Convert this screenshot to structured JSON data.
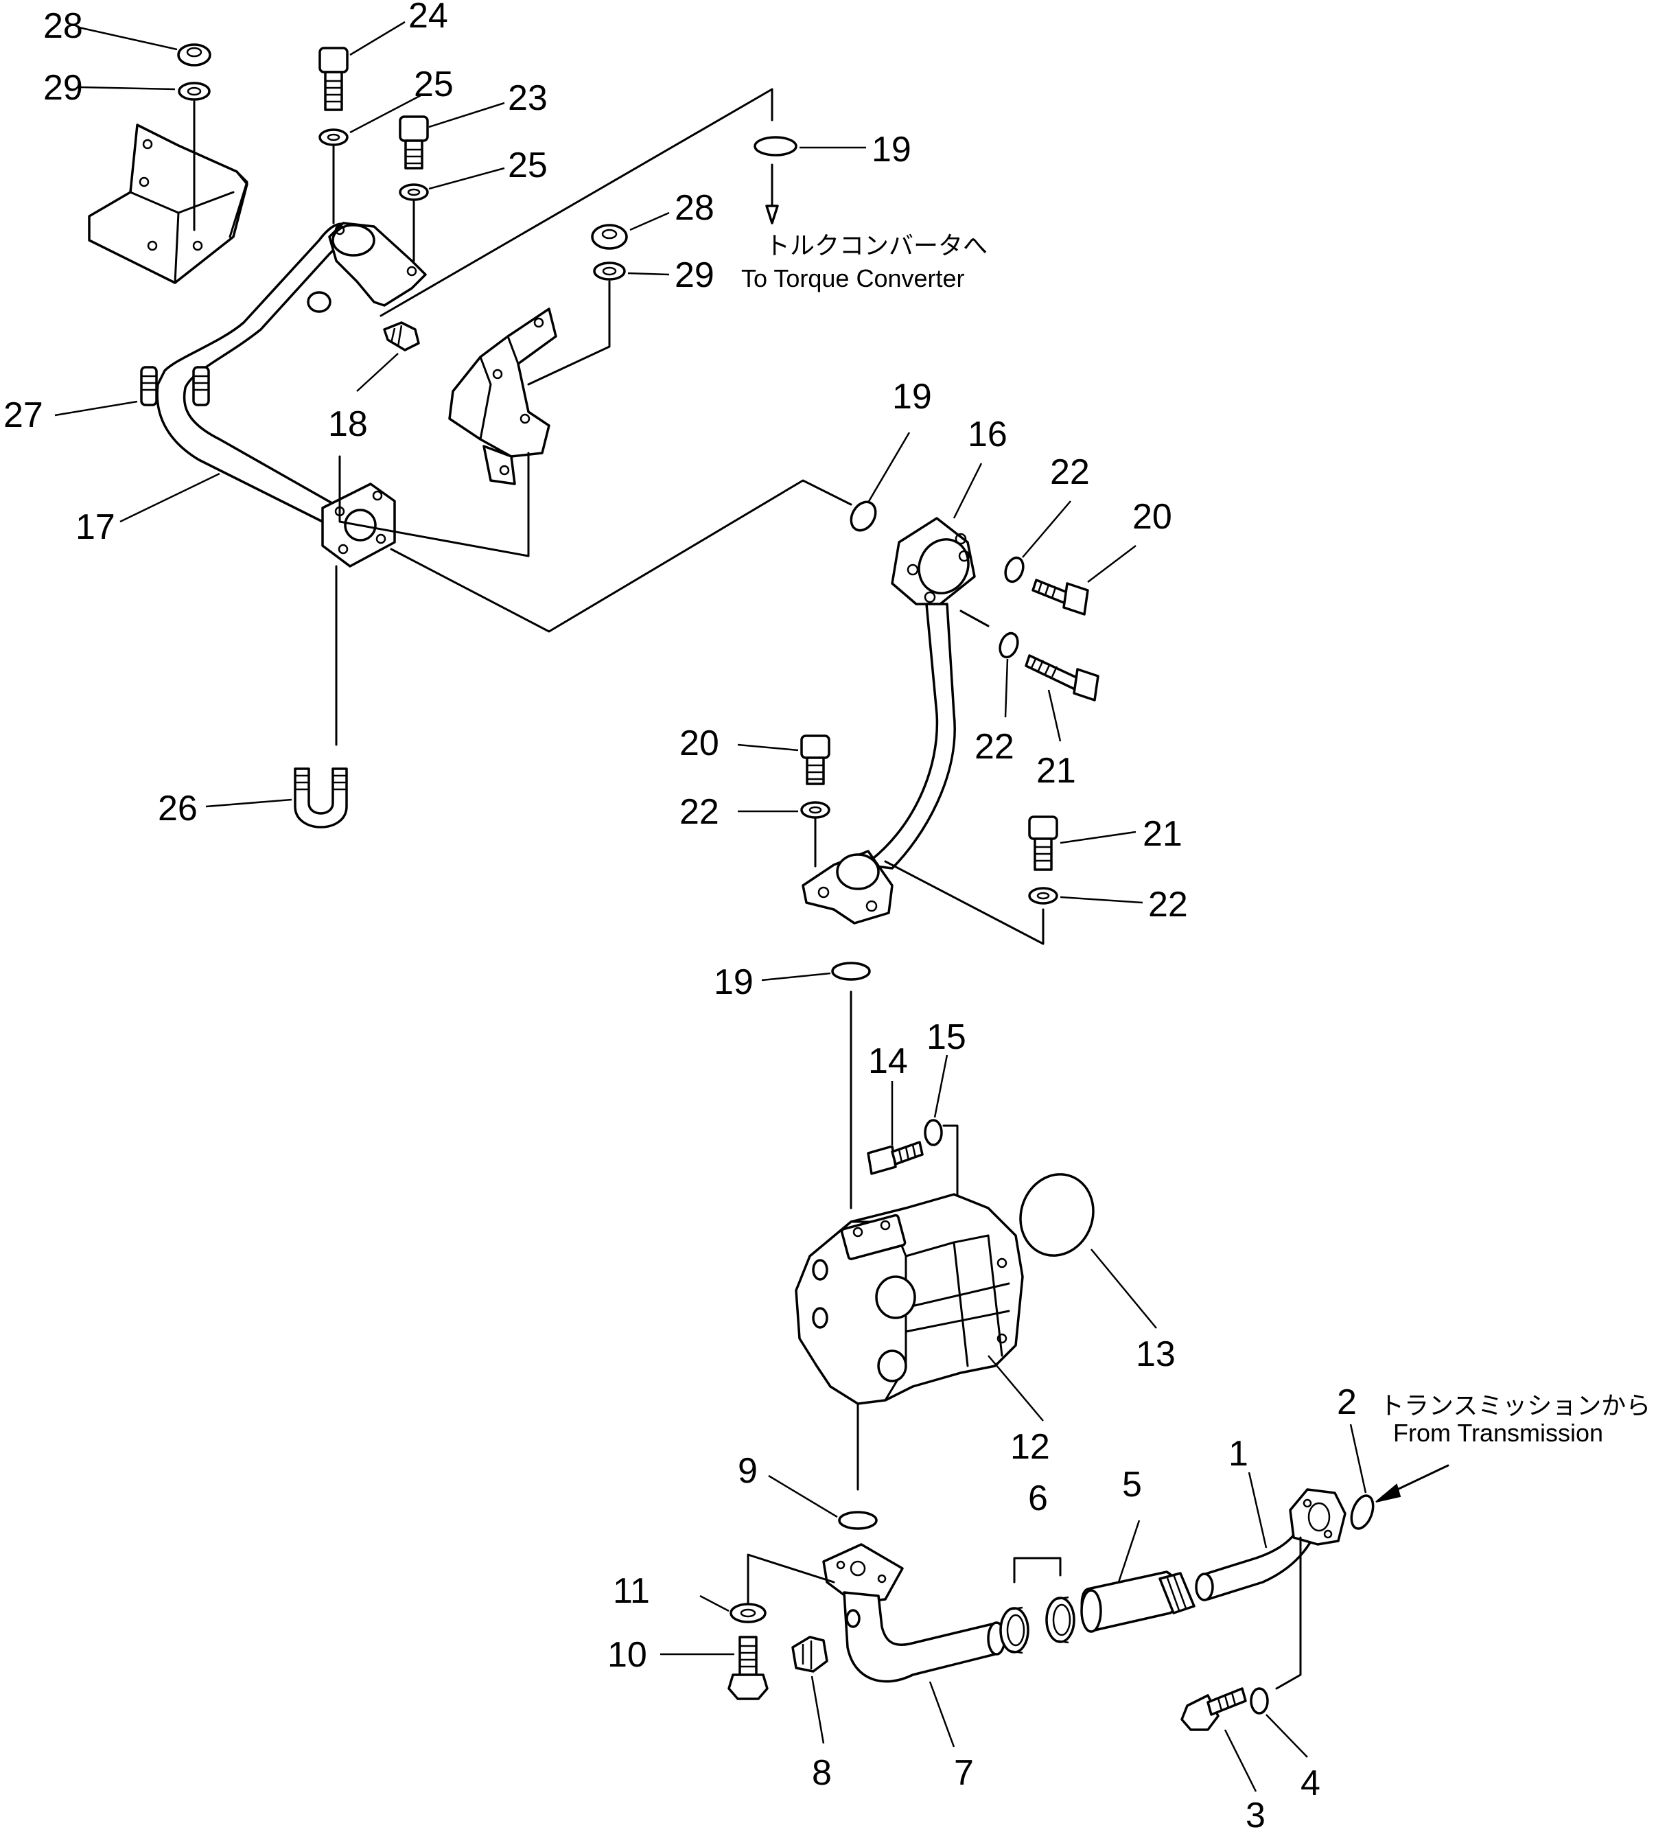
{
  "notes": {
    "torque_jp": "トルクコンバータへ",
    "torque_en": "To Torque Converter",
    "trans_jp": "トランスミッションから",
    "trans_en": "From Transmission"
  },
  "callouts": [
    {
      "id": "c28a",
      "label": "28"
    },
    {
      "id": "c29a",
      "label": "29"
    },
    {
      "id": "c24",
      "label": "24"
    },
    {
      "id": "c25a",
      "label": "25"
    },
    {
      "id": "c23",
      "label": "23"
    },
    {
      "id": "c25b",
      "label": "25"
    },
    {
      "id": "c19a",
      "label": "19"
    },
    {
      "id": "c28b",
      "label": "28"
    },
    {
      "id": "c29b",
      "label": "29"
    },
    {
      "id": "c27",
      "label": "27"
    },
    {
      "id": "c18",
      "label": "18"
    },
    {
      "id": "c17",
      "label": "17"
    },
    {
      "id": "c19b",
      "label": "19"
    },
    {
      "id": "c16",
      "label": "16"
    },
    {
      "id": "c22a",
      "label": "22"
    },
    {
      "id": "c20a",
      "label": "20"
    },
    {
      "id": "c22b",
      "label": "22"
    },
    {
      "id": "c21a",
      "label": "21"
    },
    {
      "id": "c20b",
      "label": "20"
    },
    {
      "id": "c22c",
      "label": "22"
    },
    {
      "id": "c26",
      "label": "26"
    },
    {
      "id": "c21b",
      "label": "21"
    },
    {
      "id": "c22d",
      "label": "22"
    },
    {
      "id": "c19c",
      "label": "19"
    },
    {
      "id": "c14",
      "label": "14"
    },
    {
      "id": "c15",
      "label": "15"
    },
    {
      "id": "c13",
      "label": "13"
    },
    {
      "id": "c12",
      "label": "12"
    },
    {
      "id": "c2",
      "label": "2"
    },
    {
      "id": "c1",
      "label": "1"
    },
    {
      "id": "c9",
      "label": "9"
    },
    {
      "id": "c6",
      "label": "6"
    },
    {
      "id": "c5",
      "label": "5"
    },
    {
      "id": "c11",
      "label": "11"
    },
    {
      "id": "c10",
      "label": "10"
    },
    {
      "id": "c8",
      "label": "8"
    },
    {
      "id": "c7",
      "label": "7"
    },
    {
      "id": "c4",
      "label": "4"
    },
    {
      "id": "c3",
      "label": "3"
    }
  ]
}
